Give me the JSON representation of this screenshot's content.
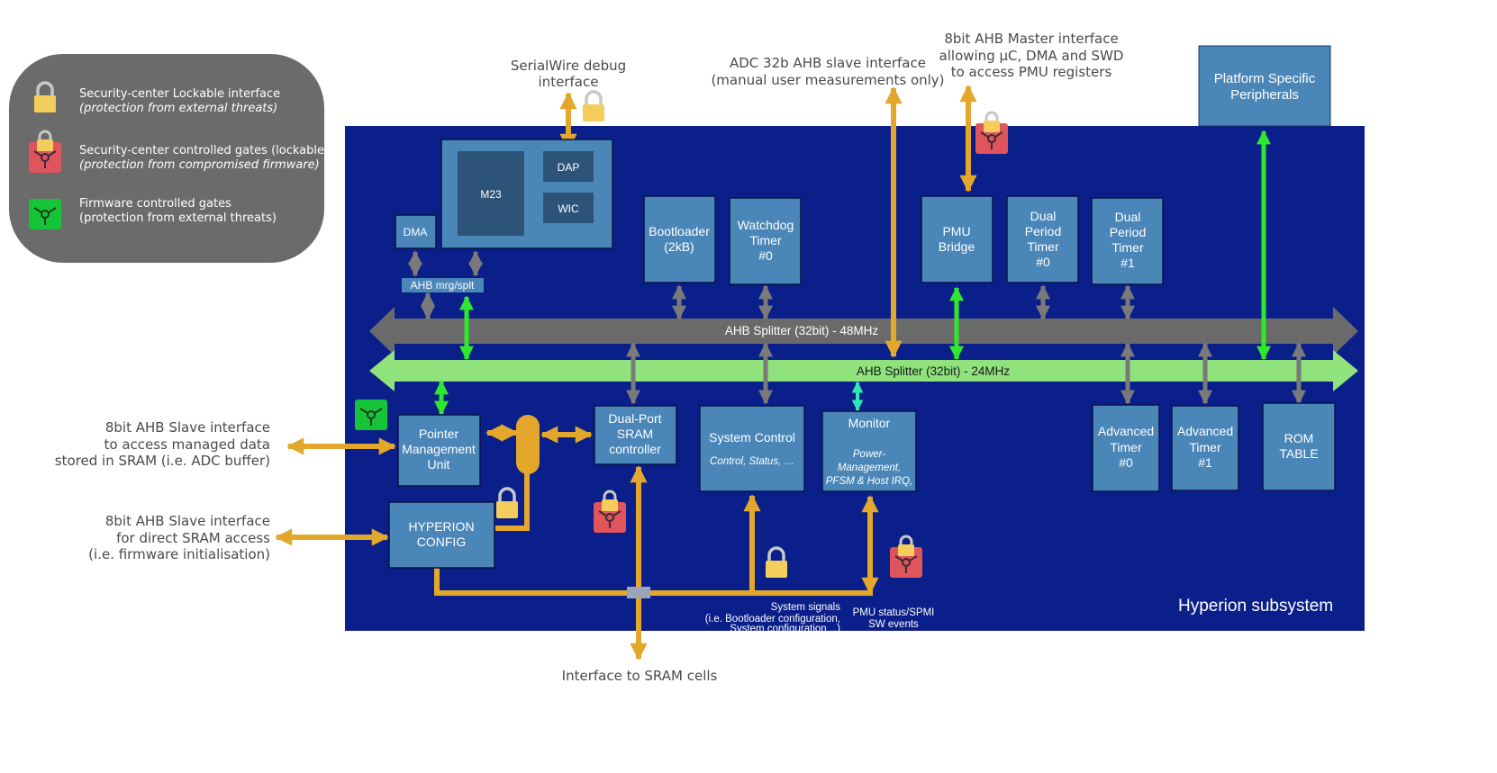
{
  "legend": {
    "lockable_title": "Security-center Lockable interface",
    "lockable_sub": "(protection from external threats)",
    "controlled_title": "Security-center controlled gates (lockable)",
    "controlled_sub": "(protection from compromised firmware)",
    "firmware_title": "Firmware controlled gates",
    "firmware_sub": "(protection from external threats)"
  },
  "external": {
    "serialwire": [
      "SerialWire debug",
      "interface"
    ],
    "adc": [
      "ADC 32b AHB slave interface",
      "(manual user measurements only)"
    ],
    "pmu_master": [
      "8bit AHB Master interface",
      "allowing µC, DMA and SWD",
      "to access PMU registers"
    ],
    "managed": [
      "8bit AHB Slave interface",
      "to access managed data",
      "stored in SRAM (i.e. ADC buffer)"
    ],
    "direct": [
      "8bit AHB Slave interface",
      "for direct SRAM access",
      "(i.e. firmware initialisation)"
    ],
    "sram_cells": "Interface to SRAM cells"
  },
  "platform": [
    "Platform Specific",
    "Peripherals"
  ],
  "subsystem_label": "Hyperion subsystem",
  "blocks": {
    "m23": "M23",
    "dap": "DAP",
    "wic": "WIC",
    "dma": "DMA",
    "ahb_merge": "AHB mrg/splt",
    "bootloader": [
      "Bootloader",
      "(2kB)"
    ],
    "watchdog": [
      "Watchdog",
      "Timer",
      "#0"
    ],
    "pmu_bridge": [
      "PMU",
      "Bridge"
    ],
    "dual_timer0": [
      "Dual",
      "Period",
      "Timer",
      "#0"
    ],
    "dual_timer1": [
      "Dual",
      "Period",
      "Timer",
      "#1"
    ],
    "pointer_mgmt": [
      "Pointer",
      "Management",
      "Unit"
    ],
    "dual_port": [
      "Dual-Port",
      "SRAM",
      "controller"
    ],
    "system_control": "System Control",
    "system_control_sub": "Control, Status,  …",
    "monitor": "Monitor",
    "monitor_sub": [
      "Power-",
      "Management,",
      "PFSM & Host IRQ,"
    ],
    "hyperion_config": [
      "HYPERION",
      "CONFIG"
    ],
    "adv_timer0": [
      "Advanced",
      "Timer",
      "#0"
    ],
    "adv_timer1": [
      "Advanced",
      "Timer",
      "#1"
    ],
    "rom_table": [
      "ROM",
      "TABLE"
    ]
  },
  "buses": {
    "ahb48": "AHB Splitter (32bit) - 48MHz",
    "ahb24": "AHB Splitter (32bit) - 24MHz"
  },
  "signals": {
    "system_signals": [
      "System signals",
      "(i.e. Bootloader configuration,",
      "System configuration…)"
    ],
    "pmu_status": [
      "PMU status/SPMI",
      "SW events"
    ]
  },
  "colors": {
    "subsystem_bg": "#0a1f8a",
    "block": "#4a86b8",
    "cpu_block": "#2d5478",
    "gold": "#e3a82b",
    "grey_bus": "#6a6a6a",
    "green_bus": "#8fe27c",
    "green_arrow": "#2ee82e",
    "legend_bg": "#6b6b6b",
    "lock_red": "#e0545c",
    "lock_green": "#16c437"
  },
  "icons": [
    "lock-icon",
    "red-gate-lock-icon",
    "green-gate-icon"
  ]
}
